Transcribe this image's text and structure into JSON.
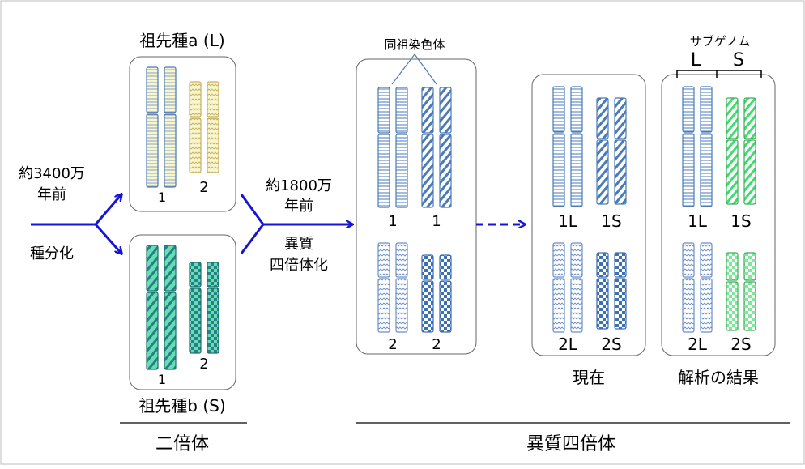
{
  "title_ancestor_a": "祖先種a (L)",
  "title_ancestor_b": "祖先種b (S)",
  "label_speciation_time": [
    "約3400万",
    "年前"
  ],
  "label_speciation": "種分化",
  "label_polyploid_time": [
    "約1800万",
    "年前"
  ],
  "label_polyploid": [
    "異質",
    "四倍体化"
  ],
  "label_homologous": "同祖染色体",
  "label_subgenome": "サブゲノム",
  "subgenome_L": "L",
  "subgenome_S": "S",
  "panel_a": {
    "chr1": "1",
    "chr2": "2"
  },
  "panel_b": {
    "chr1": "1",
    "chr2": "2"
  },
  "panel_tetra": {
    "chr1_left": "1",
    "chr1_right": "1",
    "chr2_left": "2",
    "chr2_right": "2"
  },
  "panel_current": {
    "chr1L": "1L",
    "chr1S": "1S",
    "chr2L": "2L",
    "chr2S": "2S"
  },
  "panel_result": {
    "chr1L": "1L",
    "chr1S": "1S",
    "chr2L": "2L",
    "chr2S": "2S"
  },
  "caption_current": "現在",
  "caption_result": "解析の結果",
  "group_diploid": "二倍体",
  "group_tetraploid": "異質四倍体",
  "colors": {
    "arrow": "#1515d8",
    "outline_blue": "#4a7ab8",
    "cream_fill": "#f6f4c8",
    "green_fill": "#5fe0b0",
    "bright_green": "#40e070",
    "cream_stroke": "#c8b060",
    "teal_stroke": "#1e6e70"
  }
}
